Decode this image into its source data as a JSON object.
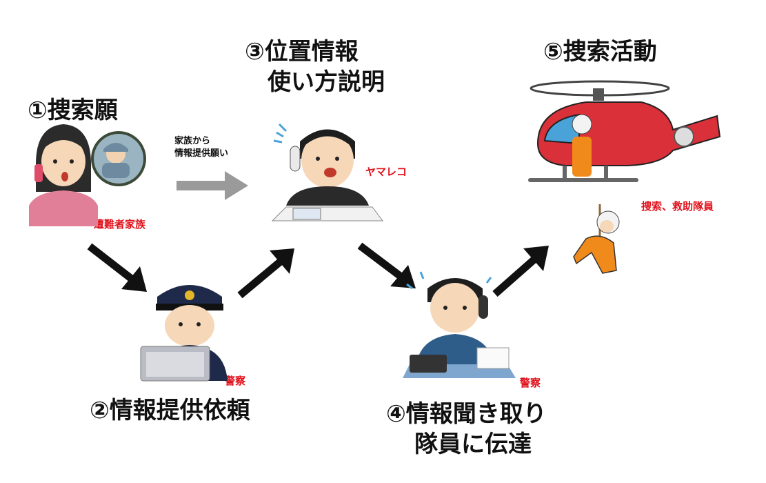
{
  "steps": {
    "s1": "①捜索願",
    "s2": "②情報提供依頼",
    "s3_line1": "③位置情報",
    "s3_line2": "使い方説明",
    "s4_line1": "④情報聞き取り",
    "s4_line2": "隊員に伝達",
    "s5": "⑤捜索活動"
  },
  "labels": {
    "family": "遭難者家族",
    "police_a": "警察",
    "police_b": "警察",
    "yamareco": "ヤマレコ",
    "rescue": "捜索、救助隊員"
  },
  "notes": {
    "line1": "家族から",
    "line2": "情報提供願い"
  },
  "colors": {
    "accent_red": "#e0101a",
    "text": "#111111",
    "arrow_gray": "#9a9a9a",
    "heli_red": "#d9303a"
  }
}
